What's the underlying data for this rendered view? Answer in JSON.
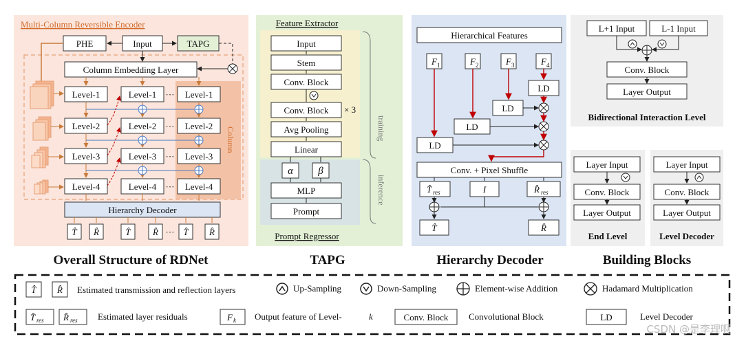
{
  "encoder": {
    "title": "Multi-Column Reversible Encoder",
    "phe": "PHE",
    "input": "Input",
    "tapg": "TAPG",
    "embedding": "Column Embedding Layer",
    "level1": "Level-1",
    "level2": "Level-2",
    "level3": "Level-3",
    "level4": "Level-4",
    "dots": "···",
    "column": "Column",
    "decoder": "Hierarchy Decoder",
    "t_hat": "T̂",
    "r_hat": "R̂",
    "caption": "Overall Structure of RDNet"
  },
  "tapg": {
    "title": "Feature Extractor",
    "input": "Input",
    "stem": "Stem",
    "conv1": "Conv. Block",
    "conv2": "Conv. Block",
    "times3": "× 3",
    "avgpool": "Avg Pooling",
    "linear": "Linear",
    "alpha": "α",
    "beta": "β",
    "mlp": "MLP",
    "prompt": "Prompt",
    "training": "training",
    "inference": "inference",
    "regressor": "Prompt Regressor",
    "caption": "TAPG"
  },
  "hdec": {
    "features": "Hierarchical Features",
    "f": "F",
    "s1": "1",
    "s2": "2",
    "s3": "3",
    "s4": "4",
    "ld": "LD",
    "pixel_shuffle": "Conv. + Pixel Shuffle",
    "t_res": "T̂",
    "r_res": "R̂",
    "res": "res",
    "i": "I",
    "t_hat": "T̂",
    "r_hat": "R̂",
    "caption": "Hierarchy Decoder"
  },
  "blocks": {
    "l_plus": "L+1 Input",
    "l_minus": "L-1 Input",
    "conv": "Conv. Block",
    "layer_output": "Layer Output",
    "bidir": "Bidirectional Interaction  Level",
    "layer_input": "Layer Input",
    "end_level": "End Level",
    "level_decoder": "Level Decoder",
    "caption": "Building Blocks"
  },
  "legend": {
    "t_hat": "T̂",
    "r_hat": "R̂",
    "est_layers": "Estimated transmission and reflection layers",
    "up": "Up-Sampling",
    "down": "Down-Sampling",
    "add": "Element-wise Addition",
    "hadamard": "Hadamard Multiplication",
    "t_res": "T̂",
    "r_res": "R̂",
    "res": "res",
    "est_res": "Estimated layer residuals",
    "fk": "F",
    "k": "k",
    "output_feat": "Output feature of  Level-",
    "k2": "k",
    "conv": "Conv. Block",
    "conv_desc": "Convolutional Block",
    "ld": "LD",
    "ld_desc": "Level Decoder"
  },
  "watermark": "CSDN @是李理啊"
}
